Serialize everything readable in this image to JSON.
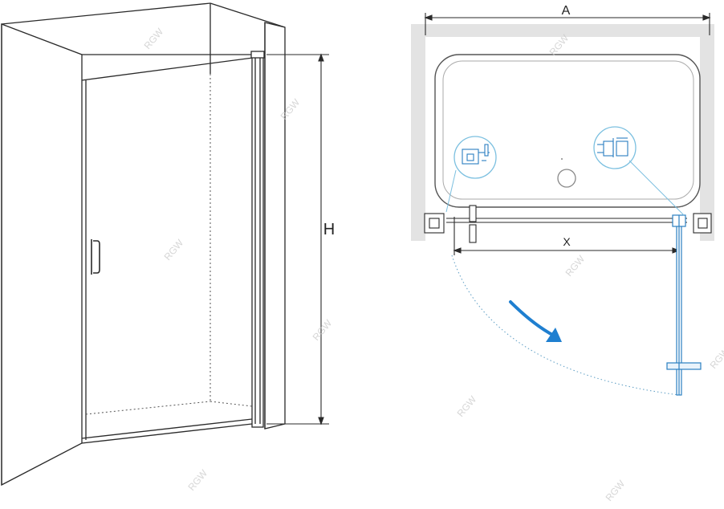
{
  "labels": {
    "height": "H",
    "width_total": "A",
    "width_opening": "X"
  },
  "watermark": {
    "text": "RGW"
  },
  "colors": {
    "line": "#2a2a2a",
    "wall": "#e3e3e3",
    "glass_blue": "#2a7fc1",
    "arrow_blue": "#1f7fd0",
    "circle_blue": "#7cc0e0",
    "watermark": "#d8d8d8"
  }
}
